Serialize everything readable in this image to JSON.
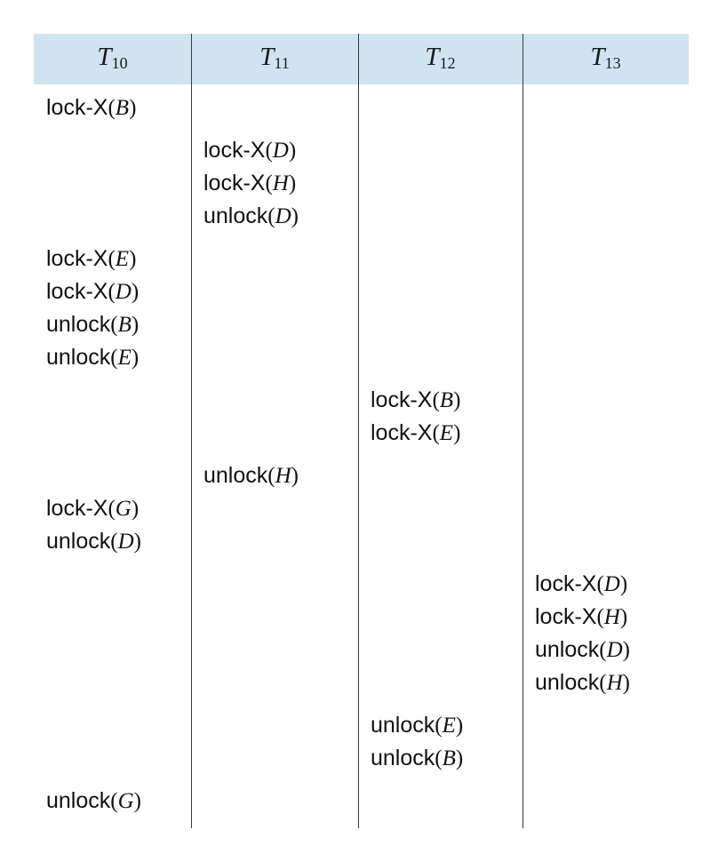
{
  "table": {
    "header_bg": "#cfe4f0",
    "divider_color": "#3a3a3a",
    "columns": [
      {
        "label": "T",
        "subscript": "10"
      },
      {
        "label": "T",
        "subscript": "11"
      },
      {
        "label": "T",
        "subscript": "12"
      },
      {
        "label": "T",
        "subscript": "13"
      }
    ],
    "operations": [
      {
        "t": 0,
        "op": "lock-X",
        "item": "B",
        "gap": false
      },
      {
        "t": 1,
        "op": "lock-X",
        "item": "D",
        "gap": true
      },
      {
        "t": 1,
        "op": "lock-X",
        "item": "H",
        "gap": false
      },
      {
        "t": 1,
        "op": "unlock",
        "item": "D",
        "gap": false
      },
      {
        "t": 0,
        "op": "lock-X",
        "item": "E",
        "gap": true
      },
      {
        "t": 0,
        "op": "lock-X",
        "item": "D",
        "gap": false
      },
      {
        "t": 0,
        "op": "unlock",
        "item": "B",
        "gap": false
      },
      {
        "t": 0,
        "op": "unlock",
        "item": "E",
        "gap": false
      },
      {
        "t": 2,
        "op": "lock-X",
        "item": "B",
        "gap": true
      },
      {
        "t": 2,
        "op": "lock-X",
        "item": "E",
        "gap": false
      },
      {
        "t": 1,
        "op": "unlock",
        "item": "H",
        "gap": true
      },
      {
        "t": 0,
        "op": "lock-X",
        "item": "G",
        "gap": false
      },
      {
        "t": 0,
        "op": "unlock",
        "item": "D",
        "gap": false
      },
      {
        "t": 3,
        "op": "lock-X",
        "item": "D",
        "gap": true
      },
      {
        "t": 3,
        "op": "lock-X",
        "item": "H",
        "gap": false
      },
      {
        "t": 3,
        "op": "unlock",
        "item": "D",
        "gap": false
      },
      {
        "t": 3,
        "op": "unlock",
        "item": "H",
        "gap": false
      },
      {
        "t": 2,
        "op": "unlock",
        "item": "E",
        "gap": true
      },
      {
        "t": 2,
        "op": "unlock",
        "item": "B",
        "gap": false
      },
      {
        "t": 0,
        "op": "unlock",
        "item": "G",
        "gap": true
      }
    ]
  }
}
